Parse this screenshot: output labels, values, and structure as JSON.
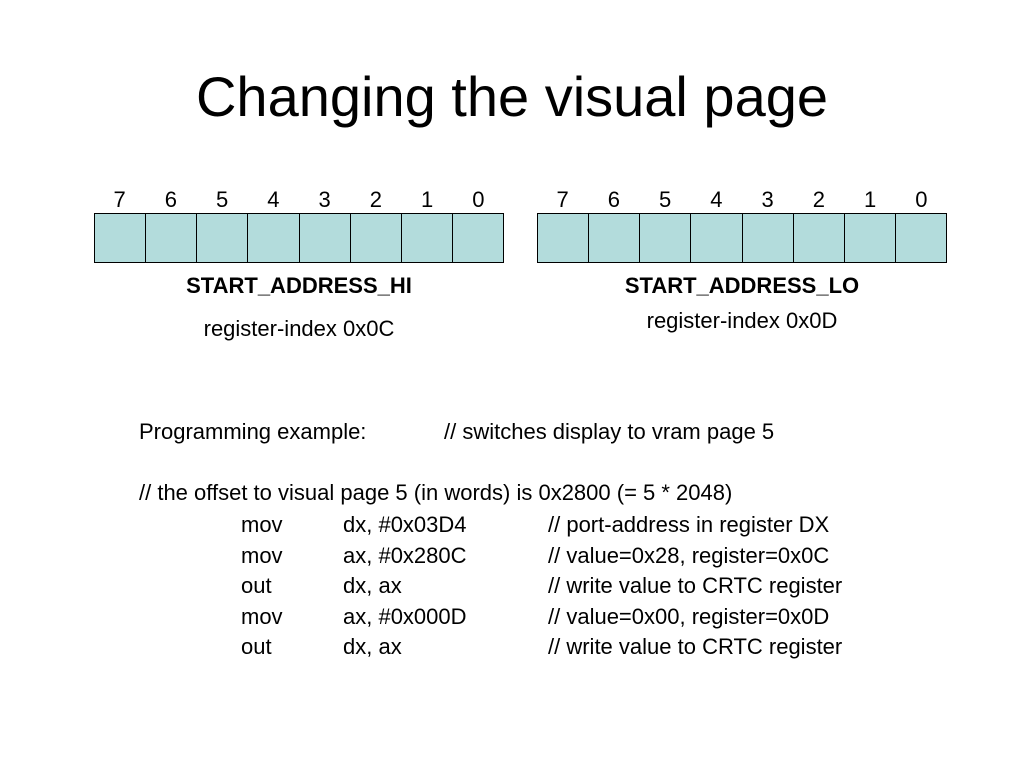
{
  "title": "Changing the visual page",
  "registers": [
    {
      "bits": [
        "7",
        "6",
        "5",
        "4",
        "3",
        "2",
        "1",
        "0"
      ],
      "name": "START_ADDRESS_HI",
      "index": "register-index 0x0C"
    },
    {
      "bits": [
        "7",
        "6",
        "5",
        "4",
        "3",
        "2",
        "1",
        "0"
      ],
      "name": "START_ADDRESS_LO",
      "index": "register-index 0x0D"
    }
  ],
  "colors": {
    "bit_cell_fill": "#b3dcdc"
  },
  "example": {
    "label": "Programming example:",
    "comment": "// switches display to vram page 5",
    "offset_comment": "// the offset to visual page 5 (in words) is 0x2800 (= 5 * 2048)",
    "lines": [
      {
        "op": "mov",
        "args": "dx, #0x03D4",
        "comment": "// port-address in register DX"
      },
      {
        "op": "mov",
        "args": "ax, #0x280C",
        "comment": "// value=0x28, register=0x0C"
      },
      {
        "op": "out",
        "args": "dx, ax",
        "comment": "// write value to CRTC register"
      },
      {
        "op": "mov",
        "args": "ax, #0x000D",
        "comment": "// value=0x00, register=0x0D"
      },
      {
        "op": "out",
        "args": "dx, ax",
        "comment": "// write value to CRTC register"
      }
    ]
  }
}
